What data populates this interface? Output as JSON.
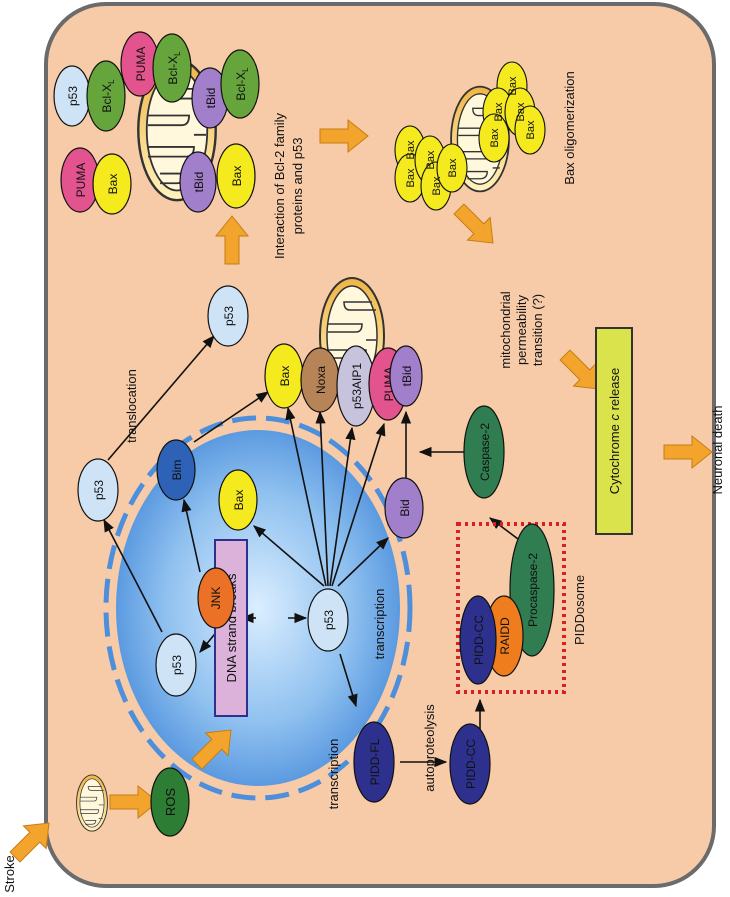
{
  "title": "",
  "labels": {
    "stroke": "Stroke",
    "ros": "ROS",
    "dna": "DNA strand breaks",
    "jnk": "JNK",
    "p53": "p53",
    "bim": "Bim",
    "bax": "Bax",
    "noxa": "Noxa",
    "p53aip1": "p53AIP1",
    "puma": "PUMA",
    "tbid": "tBid",
    "bid": "Bid",
    "bclxl": "Bcl-X",
    "bclxl_sub": "L",
    "caspase2": "Caspase-2",
    "procaspase2": "Procaspase-2",
    "piddfl": "PIDD-FL",
    "piddcc": "PIDD-CC",
    "raidd": "RAIDD",
    "piddosome": "PIDDosome",
    "translocation": "translocation",
    "transcription": "transcription",
    "autoproteolysis": "autoproteolysis",
    "interaction_1": "Interaction of Bcl-2 family",
    "interaction_2": "proteins and p53",
    "bax_olig": "Bax oligomerization",
    "mpt_1": "mitochondrial",
    "mpt_2": "permeability",
    "mpt_3": "transition (?)",
    "cyto_1": "Cytochrome ",
    "cyto_c": "c",
    "cyto_2": " release",
    "neuronal_death": "Neuronal death"
  },
  "colors": {
    "cell": "#f7cba8",
    "nucleus": "#73aee8",
    "arrow": "#f3a42c",
    "p53": "#cfe3f6",
    "bax": "#f5ea1e",
    "puma": "#e3538e",
    "bclxl": "#66a53c",
    "tbid": "#a27fcb",
    "noxa": "#b78458",
    "p53aip1": "#c7c3dc",
    "bim": "#2d62b7",
    "jnk": "#ea7126",
    "ros": "#2e7d34",
    "caspase": "#2f7d50",
    "pidd": "#2d318d",
    "raidd": "#ef7d1e",
    "cyto_box": "#dae34c",
    "dna_box": "#dcb2da",
    "piddosome_border": "#d81f26"
  }
}
